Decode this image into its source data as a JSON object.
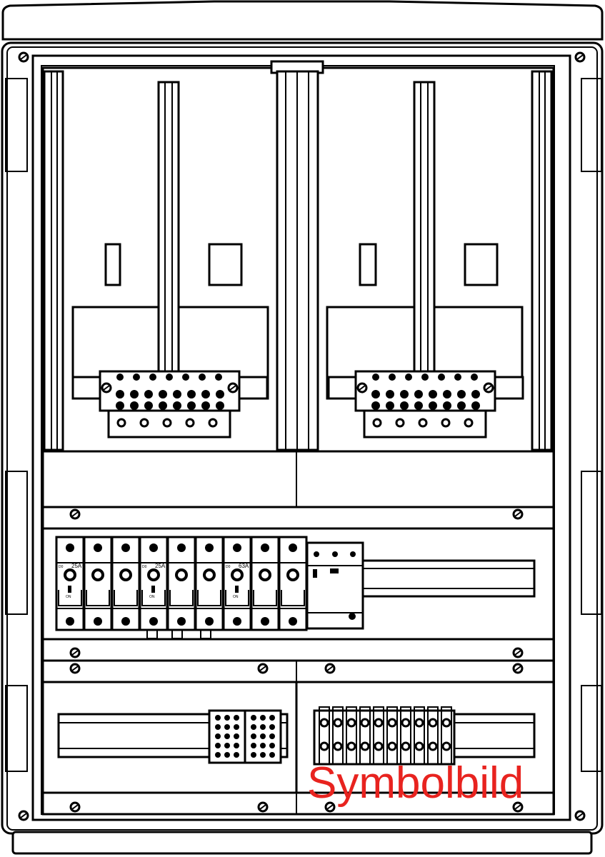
{
  "watermark": "Symbolbild",
  "watermark_color": "#e8231f",
  "breakers": {
    "count": 9,
    "type_label": "D0",
    "state_label": "ON",
    "ratings": [
      {
        "module": 1,
        "label": "25A"
      },
      {
        "module": 4,
        "label": "25A"
      },
      {
        "module": 7,
        "label": "63A"
      }
    ]
  }
}
